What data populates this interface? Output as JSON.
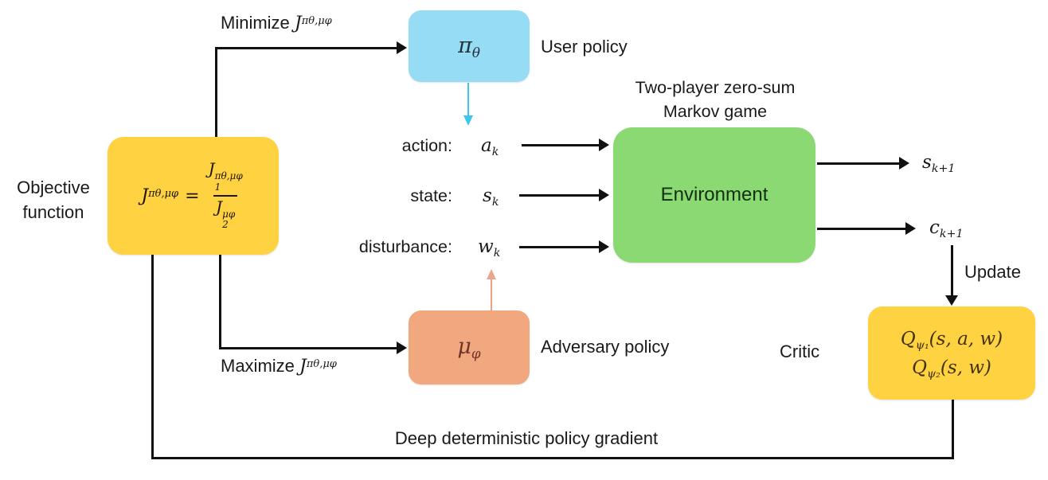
{
  "colors": {
    "box_yellow": "#FFD242",
    "box_blue": "#97DCF5",
    "box_green": "#8BD973",
    "box_orange": "#F2A87E",
    "arrow_black": "#111111",
    "arrow_cyan": "#3FC6EF",
    "arrow_salmon": "#F0A080"
  },
  "labels": {
    "objective_line1": "Objective",
    "objective_line2": "function",
    "minimize_prefix": "Minimize ",
    "maximize_prefix": "Maximize ",
    "user_policy": "User policy",
    "adversary_policy": "Adversary policy",
    "two_player_line1": "Two-player zero-sum",
    "two_player_line2": "Markov game",
    "environment": "Environment",
    "critic": "Critic",
    "update": "Update",
    "ddpg": "Deep deterministic policy gradient",
    "action": "action:",
    "state": "state:",
    "disturbance": "disturbance:"
  },
  "math": {
    "J_base": "J",
    "J_sup": "πθ,μφ",
    "eq": "=",
    "J1_base": "J",
    "J1_sup": "πθ,μφ",
    "J1_sub": "1",
    "J2_base": "J",
    "J2_sup": "μφ",
    "J2_sub": "2",
    "pi": {
      "base": "π",
      "sub": "θ"
    },
    "mu": {
      "base": "μ",
      "sub": "φ"
    },
    "a": {
      "base": "a",
      "sub": "k"
    },
    "s": {
      "base": "s",
      "sub": "k"
    },
    "w": {
      "base": "w",
      "sub": "k"
    },
    "s_next": {
      "base": "s",
      "sub": "k+1"
    },
    "c_next": {
      "base": "c",
      "sub": "k+1"
    },
    "Q1": {
      "base": "Q",
      "sub": "ψ₁",
      "args": "(s, a, w)"
    },
    "Q2": {
      "base": "Q",
      "sub": "ψ₂",
      "args": "(s, w)"
    }
  }
}
